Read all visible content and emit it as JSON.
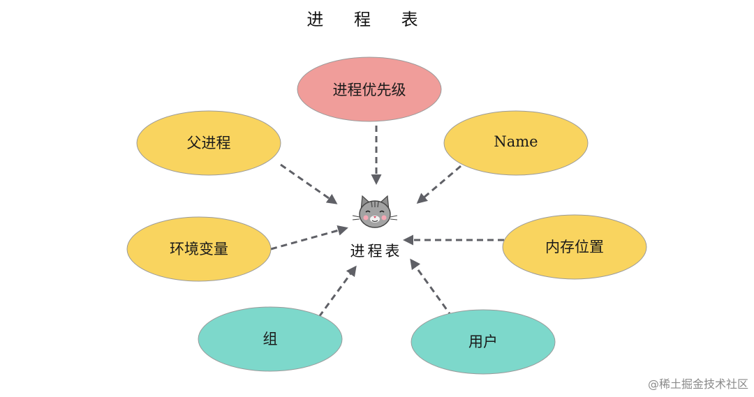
{
  "title": "进 程 表",
  "center": {
    "label": "进程表",
    "icon": "cat-face-icon"
  },
  "nodes": [
    {
      "id": "priority",
      "label": "进程优先级",
      "color": "#f09d9a"
    },
    {
      "id": "parent",
      "label": "父进程",
      "color": "#f9d45f"
    },
    {
      "id": "name",
      "label": "Name",
      "color": "#f9d45f"
    },
    {
      "id": "env",
      "label": "环境变量",
      "color": "#f9d45f"
    },
    {
      "id": "memory",
      "label": "内存位置",
      "color": "#f9d45f"
    },
    {
      "id": "group",
      "label": "组",
      "color": "#7dd8cb"
    },
    {
      "id": "user",
      "label": "用户",
      "color": "#7dd8cb"
    }
  ],
  "colors": {
    "arrow": "#5f6066",
    "ellipse_stroke": "#9a9a9a"
  },
  "watermark": "@稀土掘金技术社区"
}
